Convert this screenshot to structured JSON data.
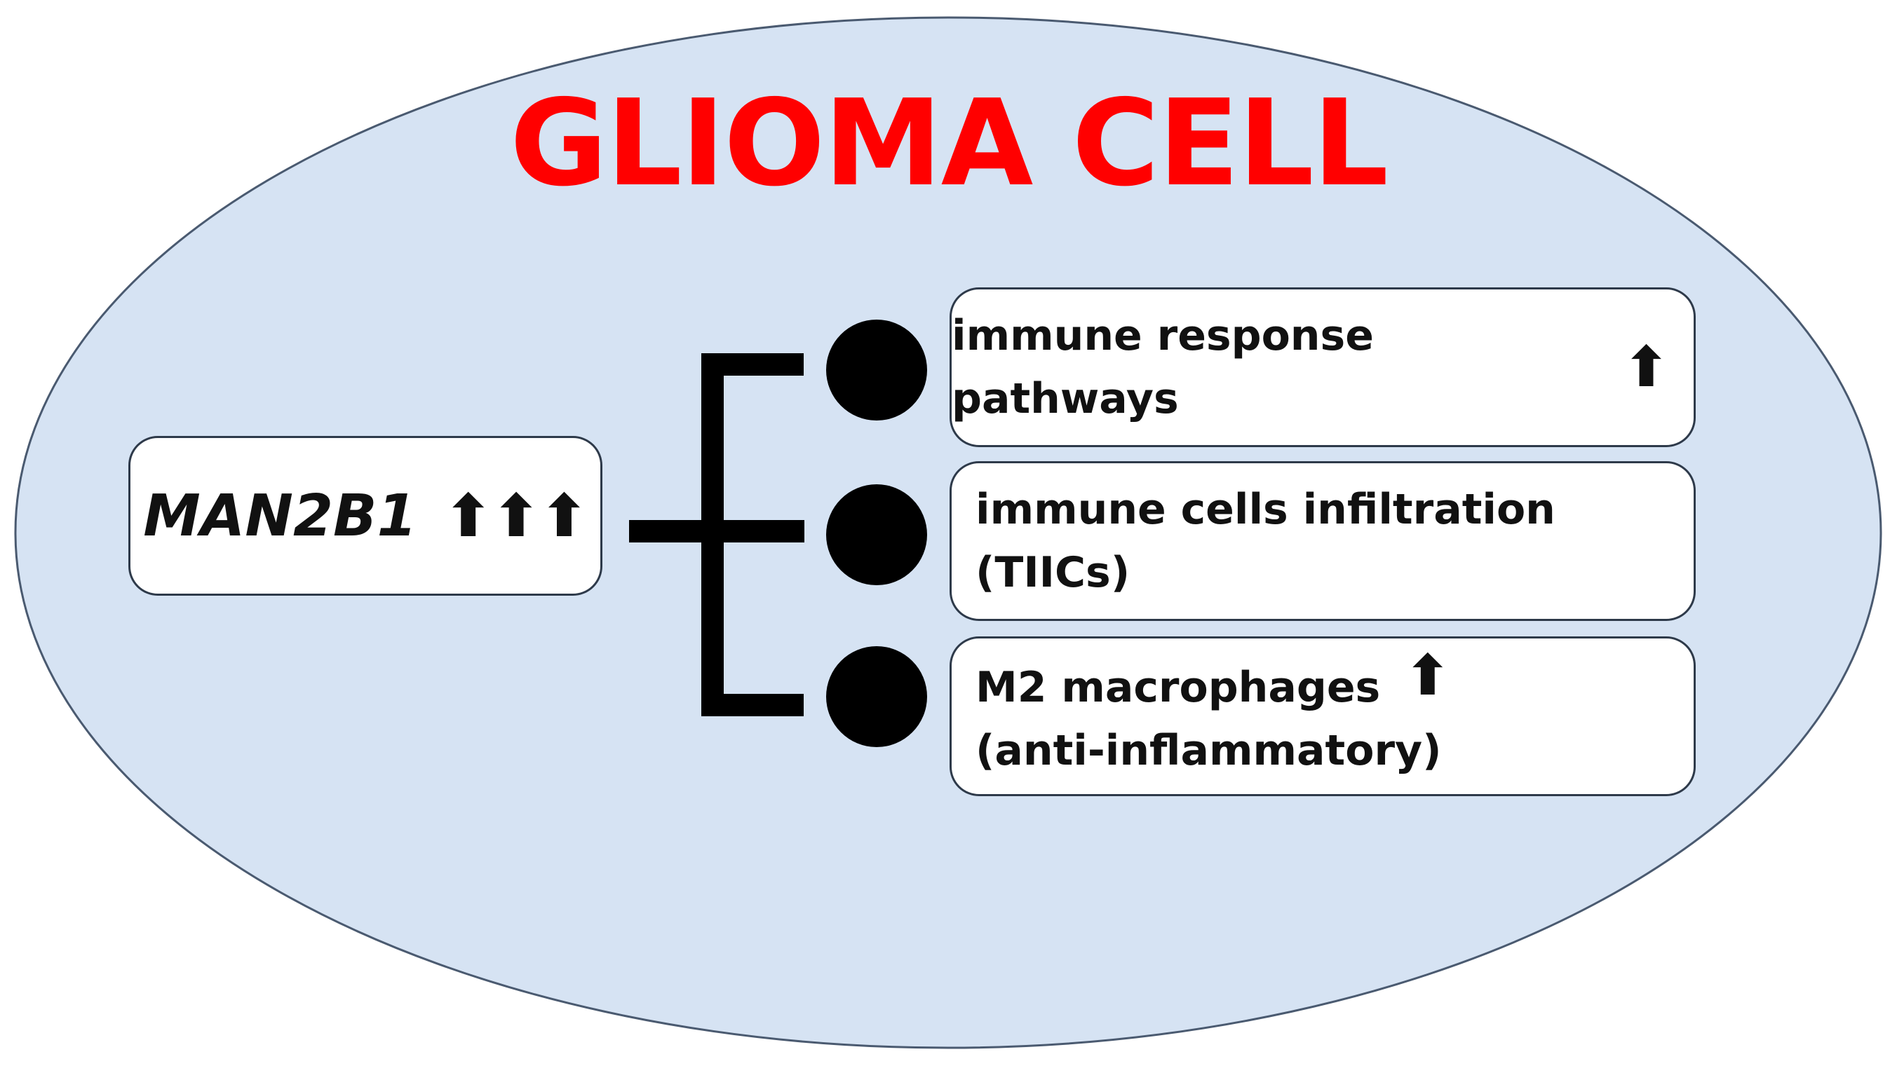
{
  "title": "GLIOMA CELL",
  "gene": {
    "name": "MAN2B1",
    "arrows": "⬆⬆⬆"
  },
  "effects": [
    {
      "text": "immune response pathways",
      "arrow": "⬆"
    },
    {
      "text": "immune cells infiltration (TIICs)"
    },
    {
      "line1": "M2 macrophages",
      "line2": "(anti-inflammatory)",
      "arrow": "⬆"
    }
  ],
  "colors": {
    "cell_fill": "#d6e3f3",
    "cell_stroke": "#4a5a70",
    "title": "#ff0000",
    "connector": "#000000"
  }
}
